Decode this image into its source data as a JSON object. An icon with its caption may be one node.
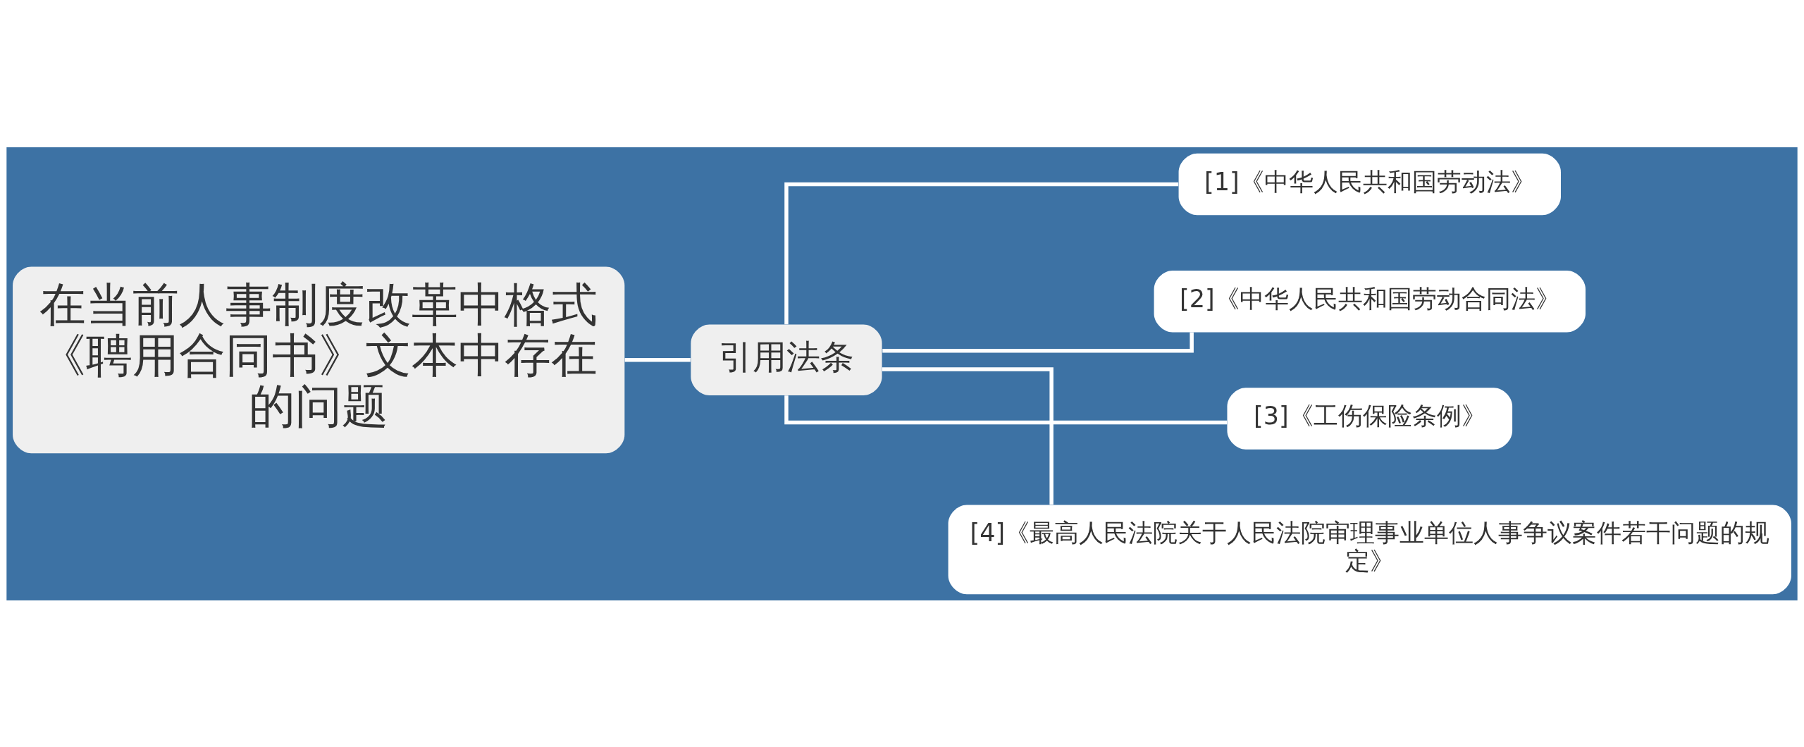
{
  "diagram": {
    "nodes": [
      {
        "text": [
          "在当前人事制度改革中格式《聘用合同书》文本中存在的问题"
        ]
      },
      {
        "text": [
          "引用法条"
        ]
      },
      {
        "text": [
          "[1]《中华人民共和国劳动法》"
        ]
      },
      {
        "text": [
          "[2]《中华人民共和国劳动合同法》"
        ]
      },
      {
        "text": [
          "[3]《工伤保险条例》"
        ]
      },
      {
        "text": [
          "[4]《最高人民法院关于人民法院审理事业单位人事争议案件若干问题的规定》"
        ]
      }
    ],
    "edges": [
      {
        "from": 0,
        "to": 1,
        "arrow": "none"
      },
      {
        "from": 1,
        "to": 2,
        "arrow": "none"
      },
      {
        "from": 1,
        "to": 3,
        "arrow": "none"
      },
      {
        "from": 1,
        "to": 4,
        "arrow": "none"
      },
      {
        "from": 1,
        "to": 5,
        "arrow": "none"
      }
    ]
  }
}
